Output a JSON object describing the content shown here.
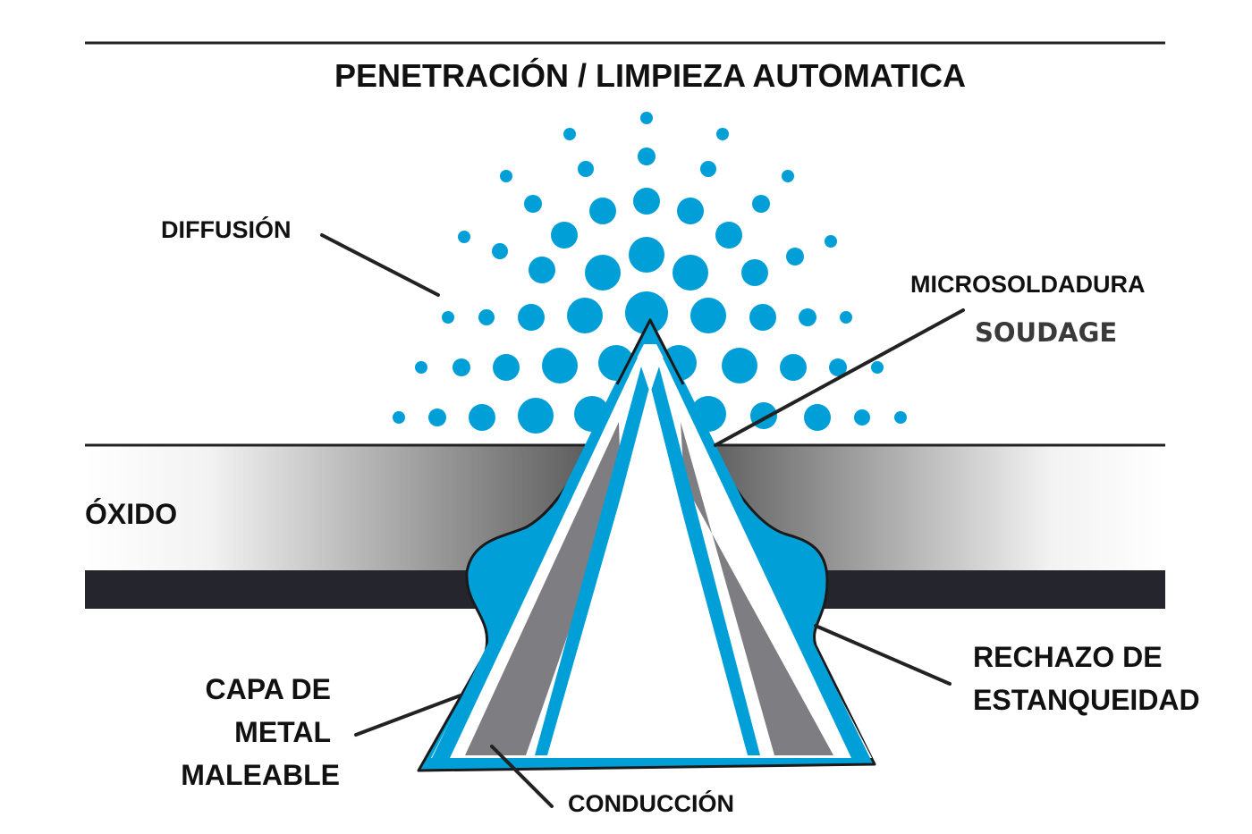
{
  "title": "PENETRACIÓN / LIMPIEZA AUTOMATICA",
  "labels": {
    "diffusion": "DIFFUSIÓN",
    "microsoldadura": "MICROSOLDADURA",
    "soudage": "SOUDAGE",
    "oxido": "ÓXIDO",
    "capa_line1": "CAPA DE",
    "capa_line2": "METAL",
    "capa_line3": "MALEABLE",
    "rechazo_line1": "RECHAZO DE",
    "rechazo_line2": "ESTANQUEIDAD",
    "conduccion": "CONDUCCIÓN"
  },
  "colors": {
    "blue": "#009fd8",
    "dark_metal": "#25252d",
    "oxide_grey": "#7a7a7a",
    "cone_grey": "#7d7d82",
    "line": "#222222"
  }
}
